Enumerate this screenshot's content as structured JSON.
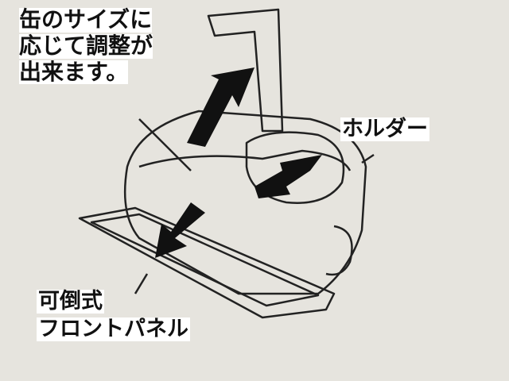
{
  "labels": {
    "adjust_lines": [
      "缶のサイズに",
      "応じて調整が",
      "出来ます。"
    ],
    "holder": "ホルダー",
    "panel_line1": "可倒式",
    "panel_line2": "フロントパネル"
  },
  "colors": {
    "paper": "#e6e4de",
    "ink": "#111111"
  }
}
